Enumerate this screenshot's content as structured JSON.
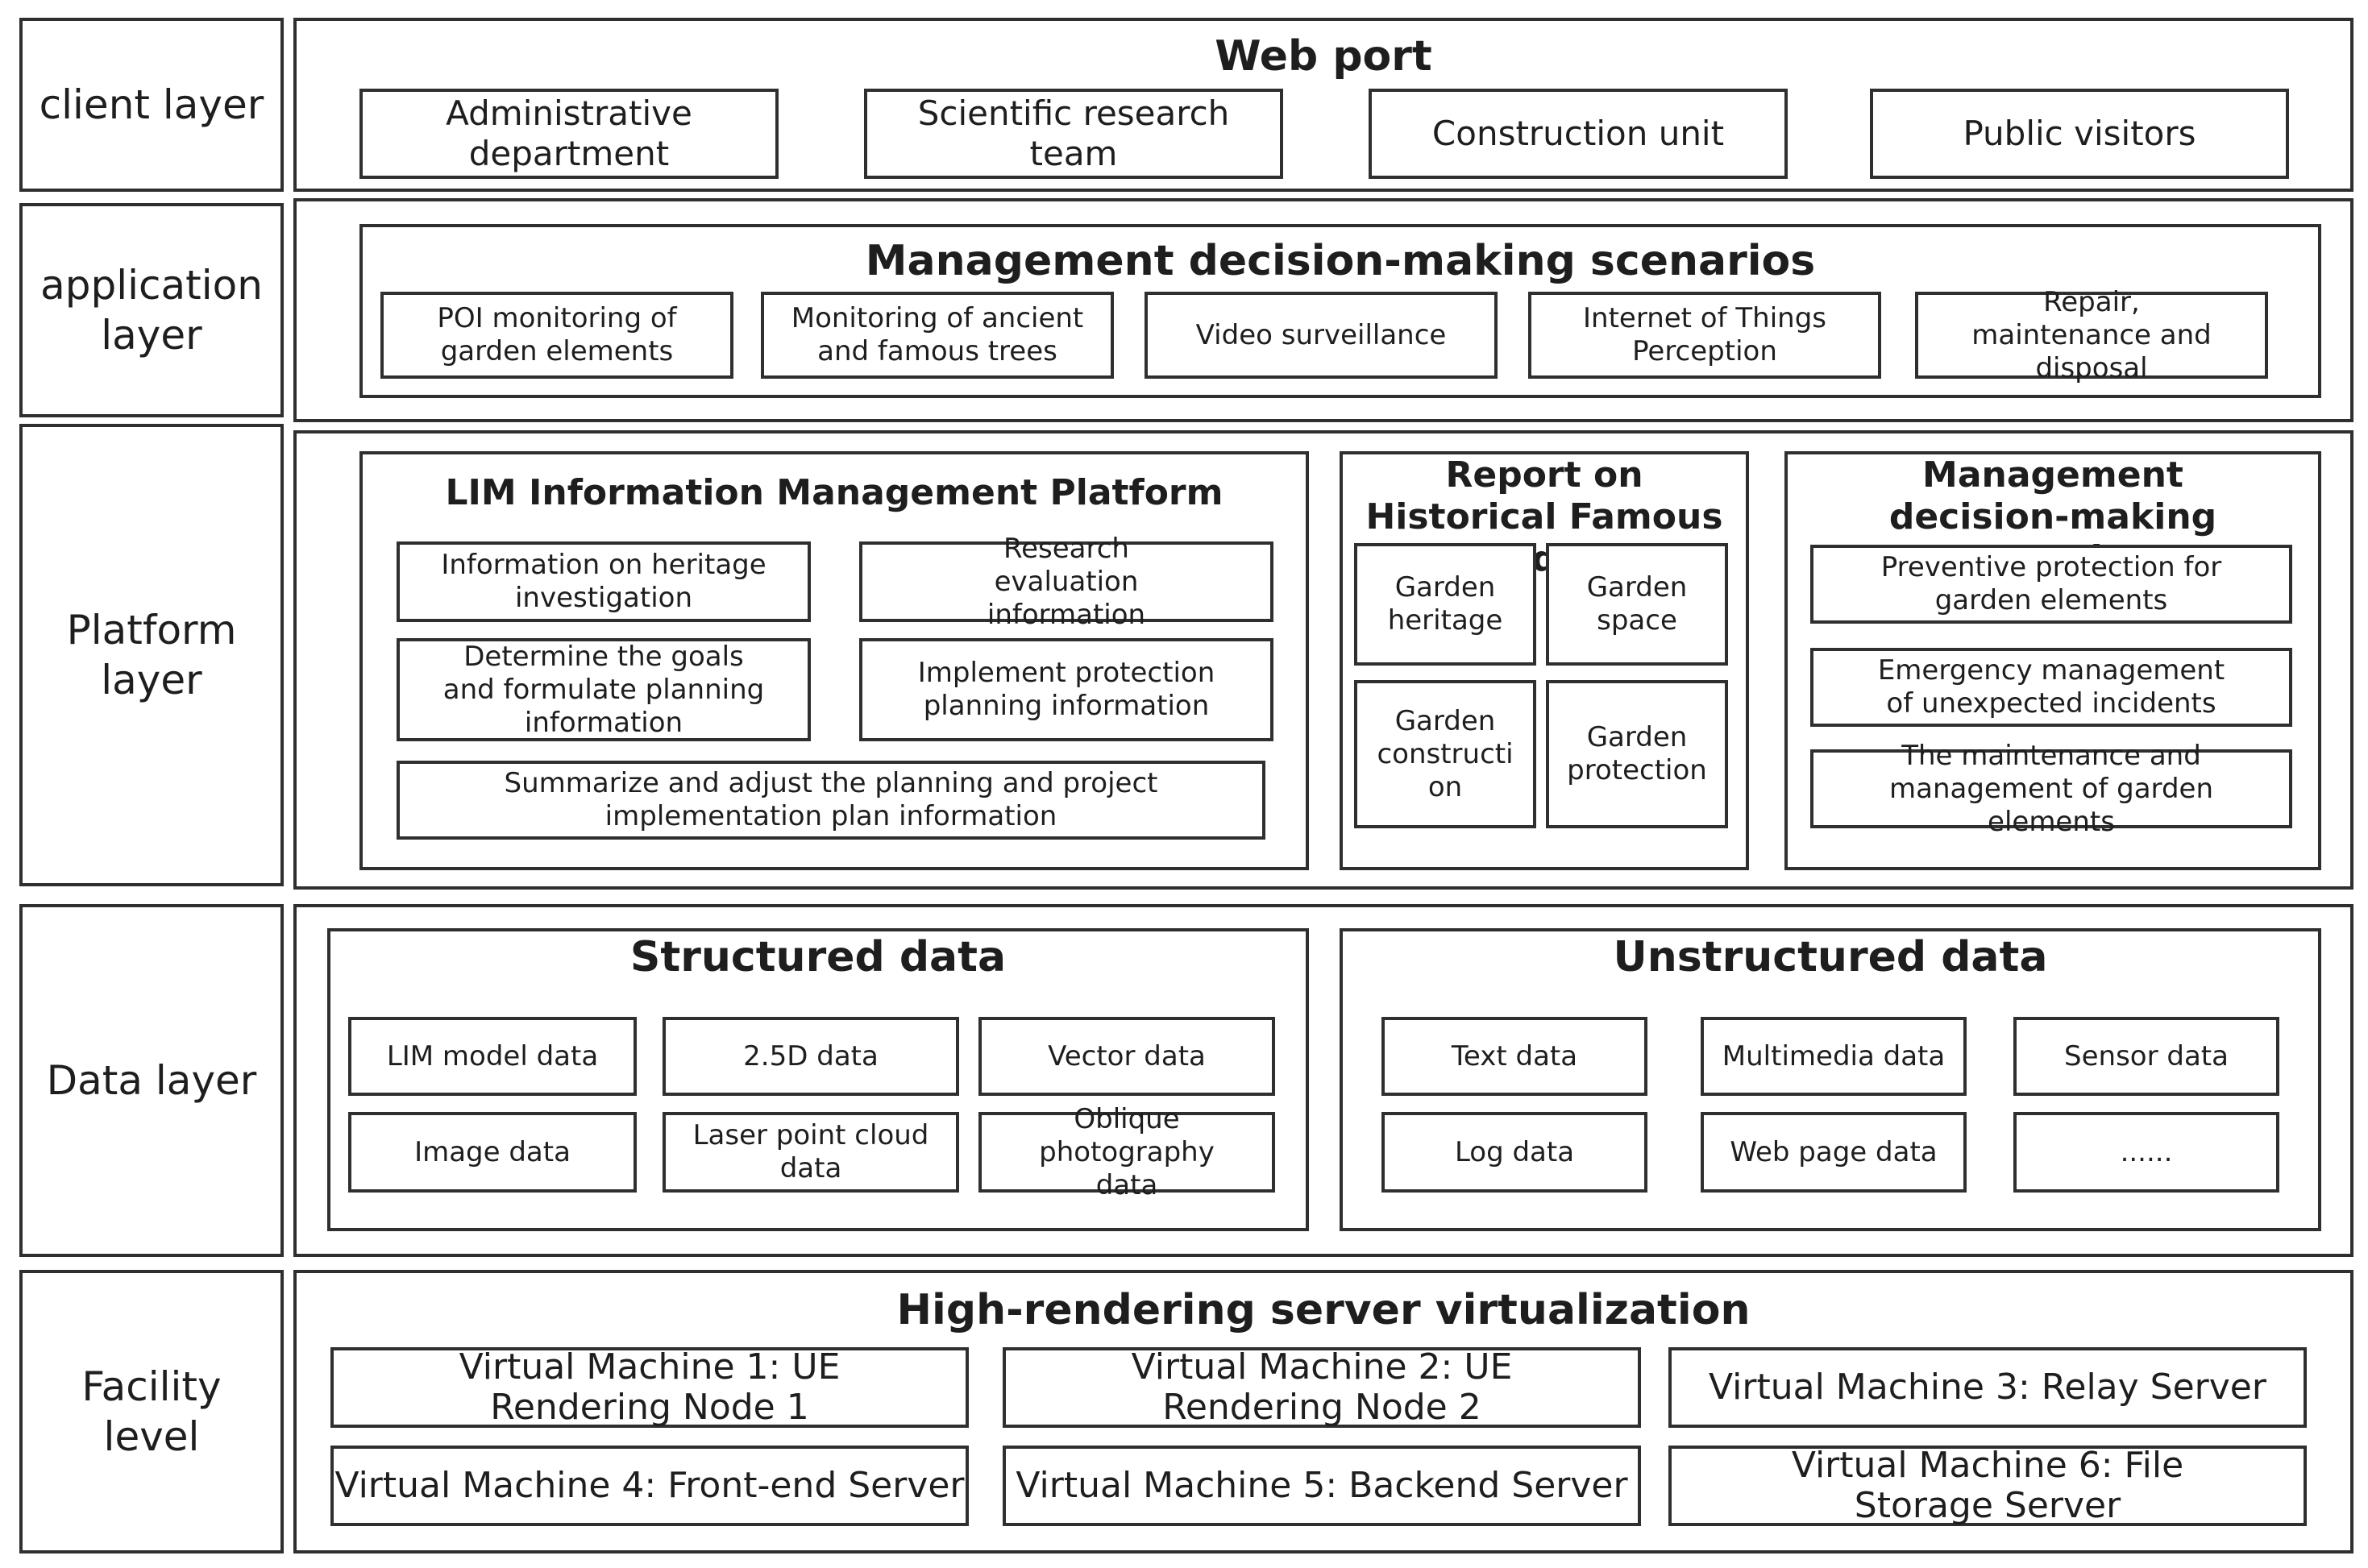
{
  "layers": {
    "client": "client layer",
    "application": "application layer",
    "platform": "Platform layer",
    "data": "Data layer",
    "facility": "Facility level"
  },
  "client": {
    "title": "Web port",
    "items": [
      "Administrative department",
      "Scientific research team",
      "Construction unit",
      "Public visitors"
    ]
  },
  "application": {
    "title": "Management decision-making scenarios",
    "items": [
      "POI monitoring of garden elements",
      "Monitoring of ancient and famous trees",
      "Video surveillance",
      "Internet of Things Perception",
      "Repair, maintenance and disposal"
    ]
  },
  "platform": {
    "lim": {
      "title": "LIM Information Management Platform",
      "items": [
        "Information on heritage investigation",
        "Research evaluation information",
        "Determine the goals and formulate planning information",
        "Implement protection planning information",
        "Summarize and adjust the planning and project implementation plan information"
      ]
    },
    "report": {
      "title": "Report on Historical Famous Gardens",
      "items": [
        "Garden heritage",
        "Garden space",
        "Garden constructi on",
        "Garden protection"
      ]
    },
    "decision": {
      "title": "Management decision-making scenarios",
      "items": [
        "Preventive protection for garden elements",
        "Emergency management of unexpected incidents",
        "The maintenance and management of garden elements"
      ]
    }
  },
  "data": {
    "structured": {
      "title": "Structured data",
      "items": [
        "LIM model data",
        "2.5D data",
        "Vector data",
        "Image data",
        "Laser point cloud data",
        "Oblique photography data"
      ]
    },
    "unstructured": {
      "title": "Unstructured data",
      "items": [
        "Text data",
        "Multimedia data",
        "Sensor data",
        "Log data",
        "Web page data",
        "......"
      ]
    }
  },
  "facility": {
    "title": "High-rendering server virtualization",
    "items": [
      "Virtual Machine 1: UE Rendering Node 1",
      "Virtual Machine 2: UE Rendering Node 2",
      "Virtual Machine 3: Relay Server",
      "Virtual Machine 4: Front-end Server",
      "Virtual Machine 5: Backend Server",
      "Virtual Machine 6: File Storage Server"
    ]
  }
}
